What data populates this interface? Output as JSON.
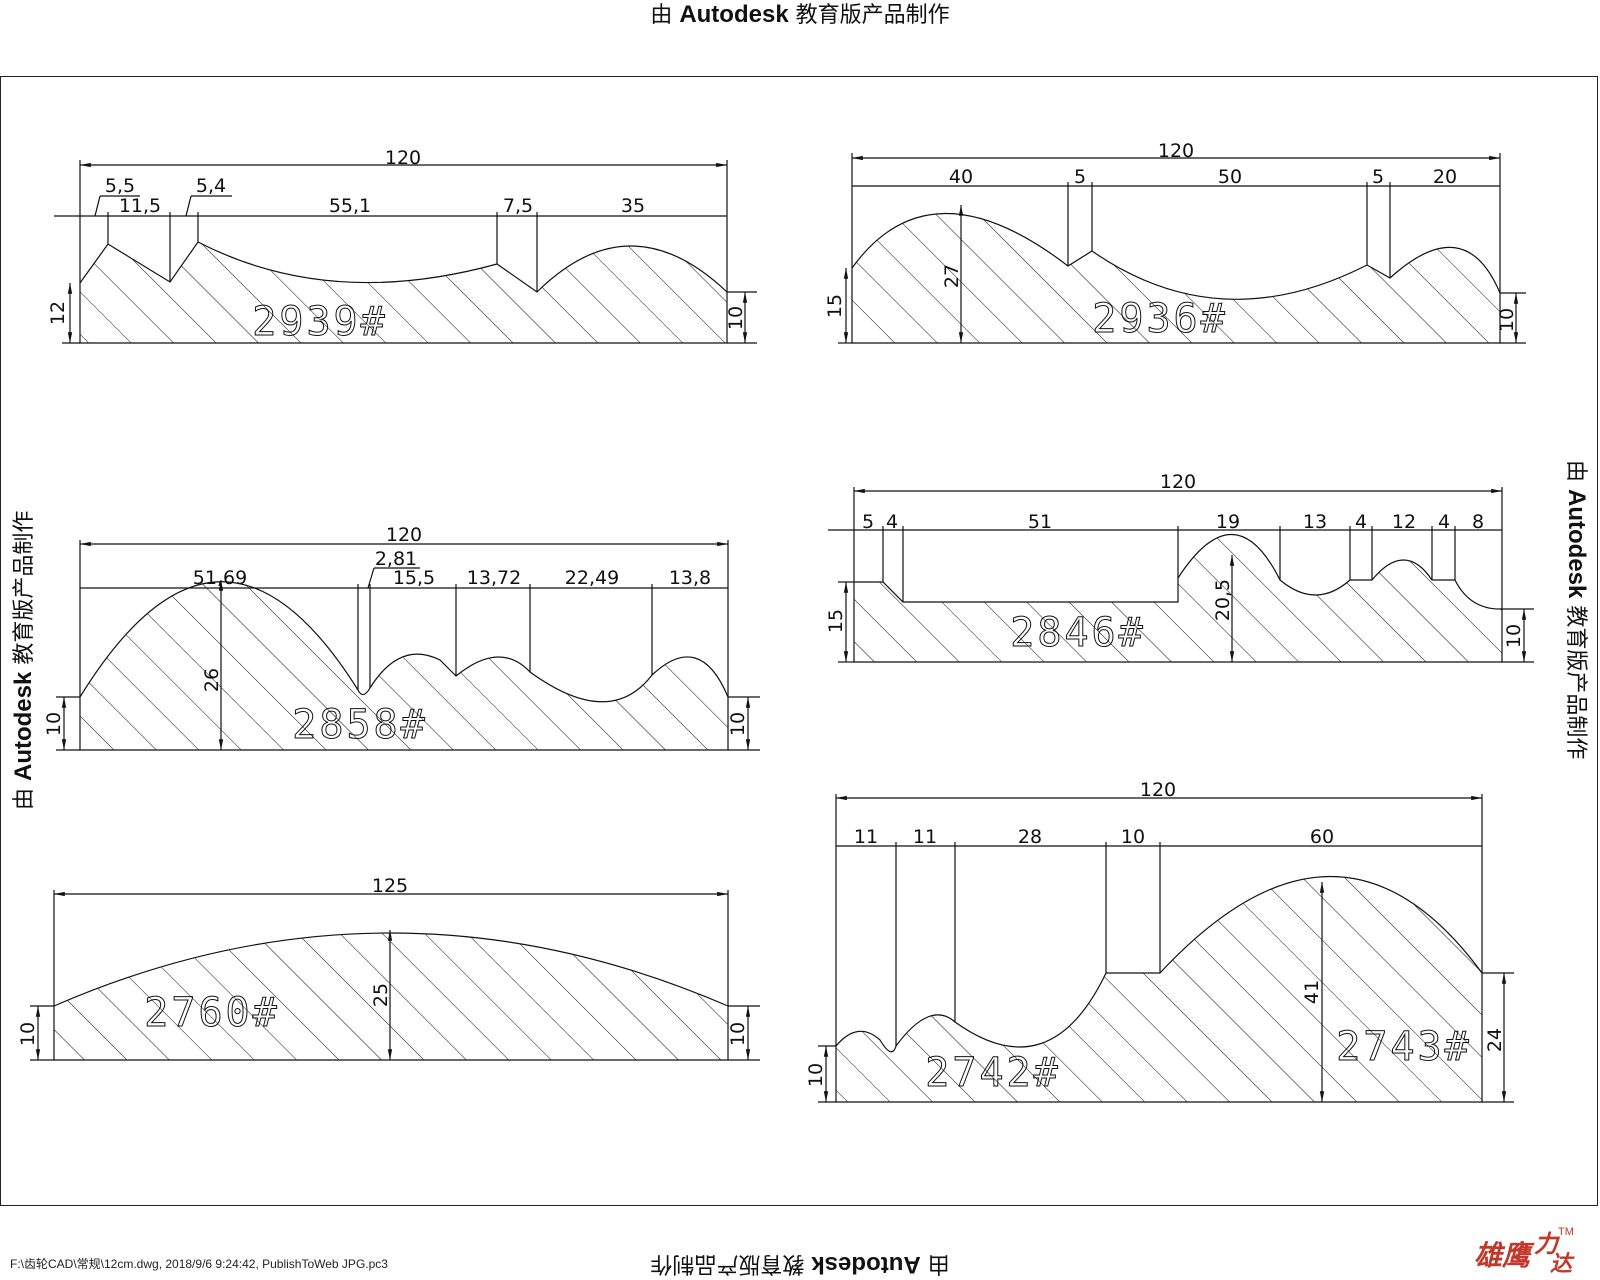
{
  "watermark": {
    "prefix": "由 ",
    "brand": "Autodesk",
    "suffix": " 教育版产品制作"
  },
  "footer": {
    "file_path": "F:\\齿轮CAD\\常规\\12cm.dwg, 2018/9/6 9:24:42, PublishToWeb JPG.pc3",
    "logo_text_1": "雄鹰",
    "logo_text_2": "力",
    "logo_text_3": "达",
    "logo_tm": "TM"
  },
  "profiles": {
    "p2939": {
      "label": "2939#",
      "overall": "120",
      "segments": [
        "5,5",
        "11,5",
        "5,4",
        "55,1",
        "7,5",
        "35"
      ],
      "left_height": "12",
      "right_height": "10"
    },
    "p2936": {
      "label": "2936#",
      "overall": "120",
      "segments": [
        "40",
        "5",
        "50",
        "5",
        "20"
      ],
      "left_height": "15",
      "peak_height": "27",
      "right_height": "10"
    },
    "p2858": {
      "label": "2858#",
      "overall": "120",
      "segments": [
        "51,69",
        "2,81",
        "15,5",
        "13,72",
        "22,49",
        "13,8"
      ],
      "left_height": "10",
      "peak_height": "26",
      "right_height": "10"
    },
    "p2846": {
      "label": "2846#",
      "overall": "120",
      "segments": [
        "5",
        "4",
        "51",
        "19",
        "13",
        "4",
        "12",
        "4",
        "8"
      ],
      "left_height": "15",
      "peak_height": "20,5",
      "right_height": "10"
    },
    "p2760": {
      "label": "2760#",
      "overall": "125",
      "left_height": "10",
      "peak_height": "25",
      "right_height": "10"
    },
    "p2742": {
      "label": "2742#",
      "label_2": "2743#",
      "overall": "120",
      "segments": [
        "11",
        "11",
        "28",
        "10",
        "60"
      ],
      "left_height": "10",
      "peak_height": "41",
      "right_height": "24"
    }
  }
}
